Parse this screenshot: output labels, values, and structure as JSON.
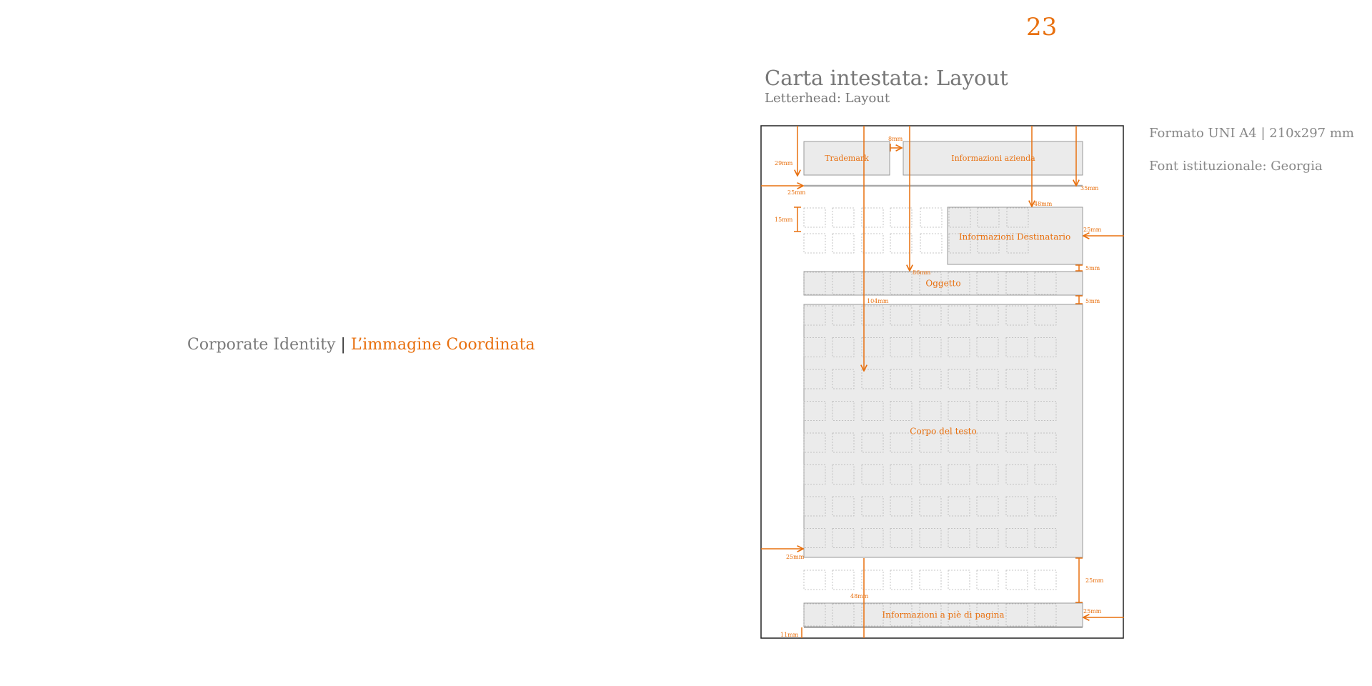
{
  "page_number": "23",
  "left": {
    "brand": "Corporate Identity",
    "separator": "|",
    "accent": "L’immagine Coordinata"
  },
  "heading": {
    "title": "Carta intestata: Layout",
    "subtitle": "Letterhead: Layout"
  },
  "notes": {
    "format": "Formato UNI A4 | 210x297 mm",
    "font": "Font istituzionale: Georgia"
  },
  "blocks": {
    "trademark": "Trademark",
    "company": "Informazioni azienda",
    "recipient": "Informazioni Destinatario",
    "subject": "Oggetto",
    "body": "Corpo del testo",
    "footer": "Informazioni a piè di pagina"
  },
  "dimensions": {
    "d8": "8mm",
    "d29": "29mm",
    "d25_top": "25mm",
    "d35": "35mm",
    "d48_top": "48mm",
    "d15": "15mm",
    "d25_right": "25mm",
    "d86": "86mm",
    "d5_a": "5mm",
    "d104": "104mm",
    "d5_b": "5mm",
    "d25_left": "25mm",
    "d25_footer": "25mm",
    "d48_bottom": "48mm",
    "d25_footer_right": "25mm",
    "d11": "11mm"
  },
  "colors": {
    "accent": "#e8700f",
    "text_grey": "#7a7a7a",
    "block_fill": "#ebebeb",
    "block_stroke": "#9a9a9a"
  }
}
